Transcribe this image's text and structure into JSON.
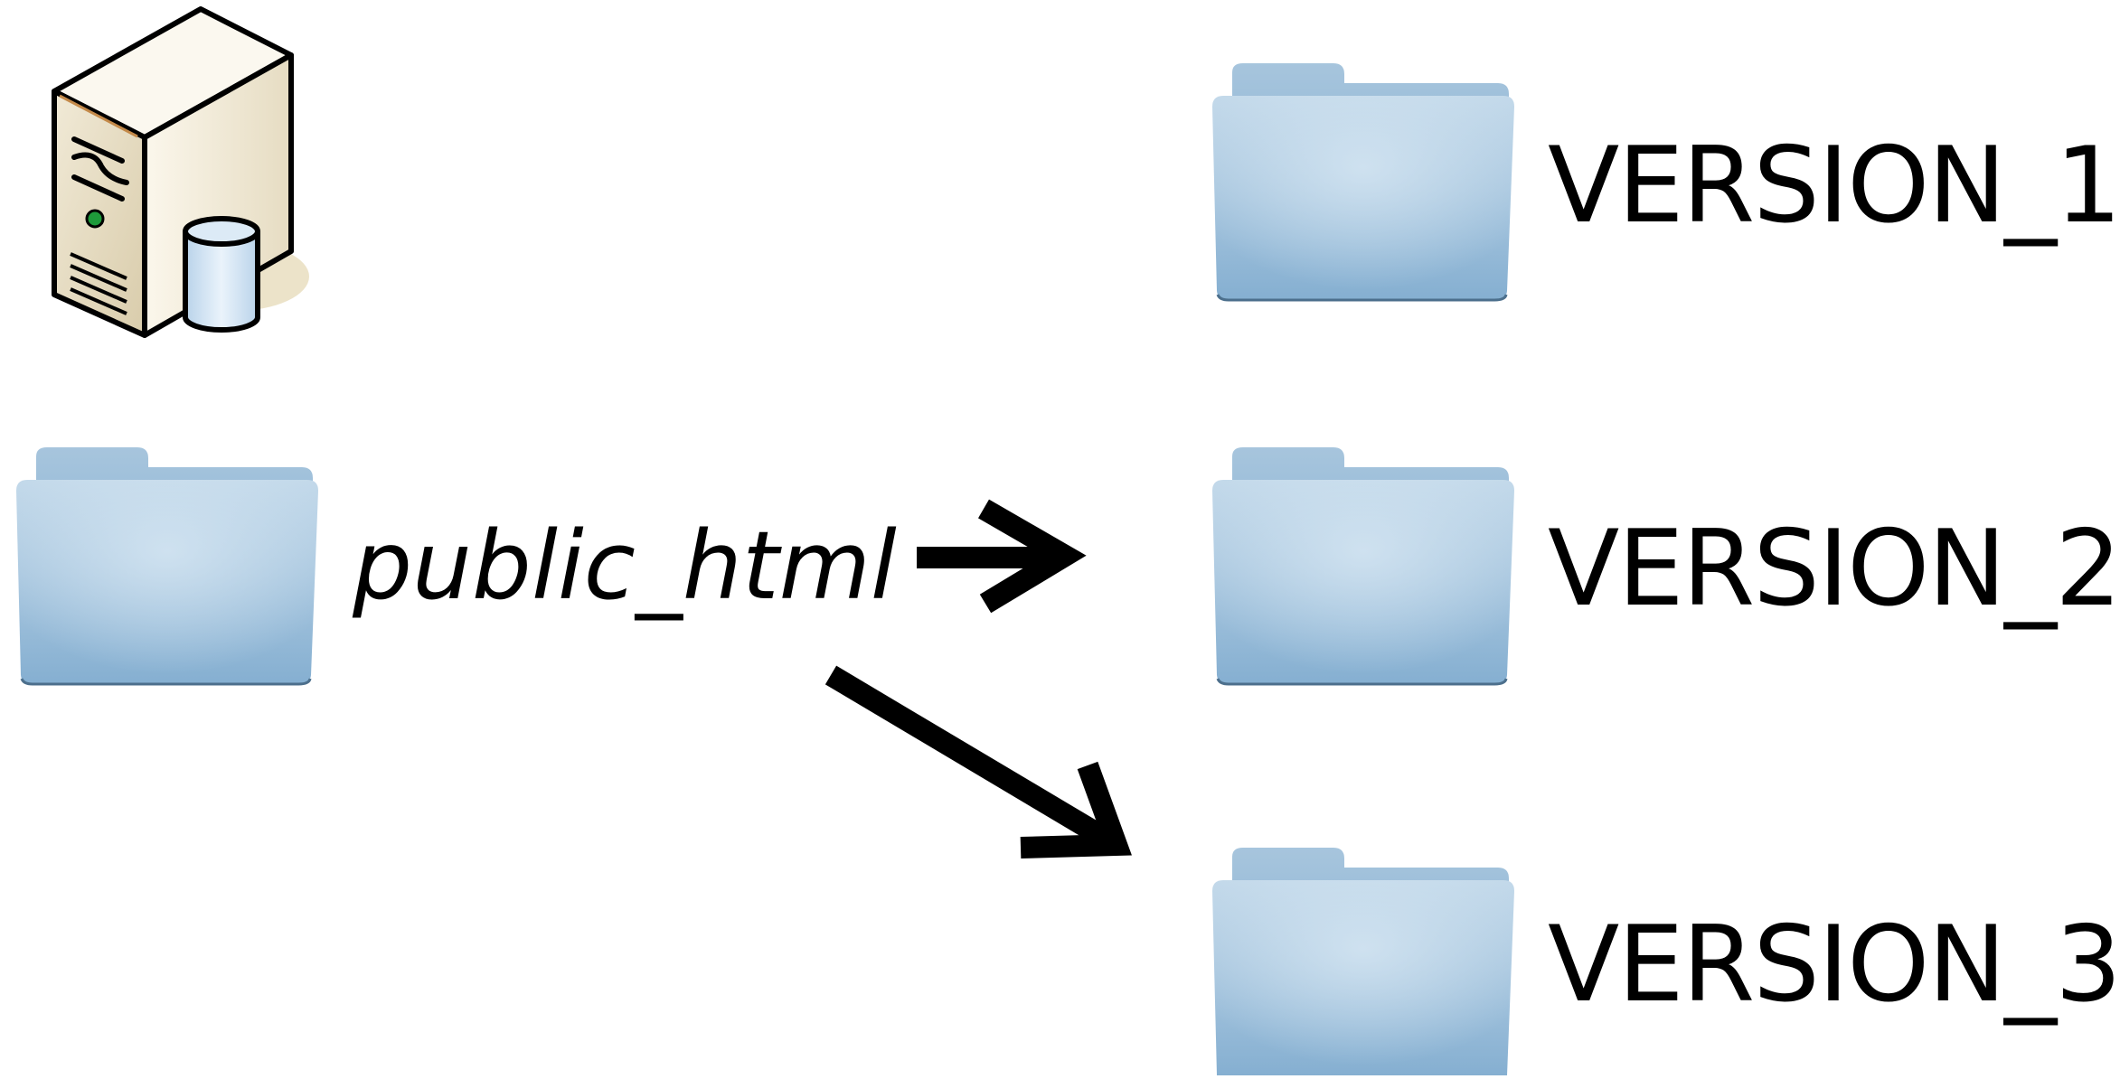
{
  "server": {
    "icon": "database-server-icon"
  },
  "source": {
    "icon": "folder-icon",
    "label": "public_html"
  },
  "targets": [
    {
      "icon": "folder-icon",
      "label": "VERSION_1"
    },
    {
      "icon": "folder-icon",
      "label": "VERSION_2"
    },
    {
      "icon": "folder-icon",
      "label": "VERSION_3"
    }
  ],
  "arrows": [
    {
      "icon": "arrow-right-icon",
      "from": "public_html",
      "to": "VERSION_2"
    },
    {
      "icon": "arrow-down-right-icon",
      "from": "public_html",
      "to": "VERSION_3"
    }
  ],
  "colors": {
    "folder_top": "#c2d8e8",
    "folder_bottom": "#86b0d2",
    "folder_tab": "#a9c8e0",
    "server_body": "#ebe2cc",
    "text": "#000000"
  }
}
